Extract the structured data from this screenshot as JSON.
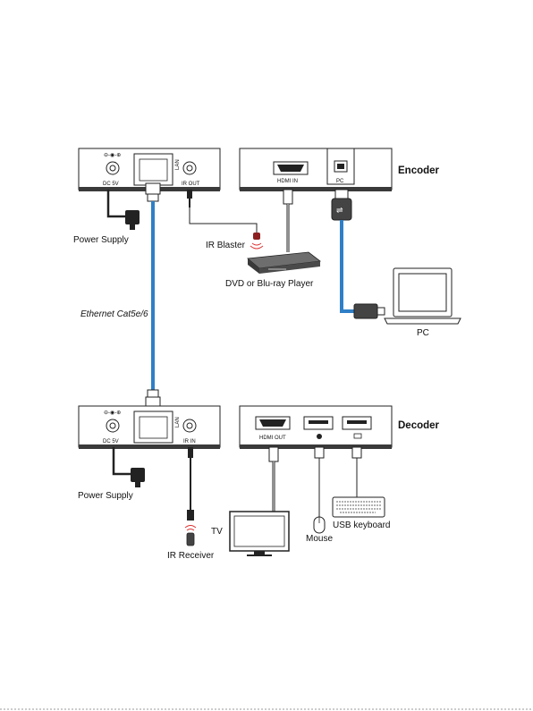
{
  "encoder": {
    "title": "Encoder",
    "port_dc": "DC 5V",
    "port_lan": "LAN",
    "port_ir": "IR OUT",
    "port_hdmi": "HDMI IN",
    "port_pc": "PC"
  },
  "decoder": {
    "title": "Decoder",
    "port_dc": "DC 5V",
    "port_lan": "LAN",
    "port_ir": "IR IN",
    "port_hdmi": "HDMI OUT"
  },
  "labels": {
    "power_supply_top": "Power Supply",
    "power_supply_bottom": "Power Supply",
    "ir_blaster": "IR Blaster",
    "dvd": "DVD or Blu-ray Player",
    "pc": "PC",
    "ethernet": "Ethernet Cat5e/6",
    "tv": "TV",
    "ir_receiver": "IR Receiver",
    "mouse": "Mouse",
    "keyboard": "USB keyboard"
  },
  "colors": {
    "cable_blue": "#2f7fc6",
    "box_dark": "#3a3a3a",
    "line": "#222222"
  }
}
